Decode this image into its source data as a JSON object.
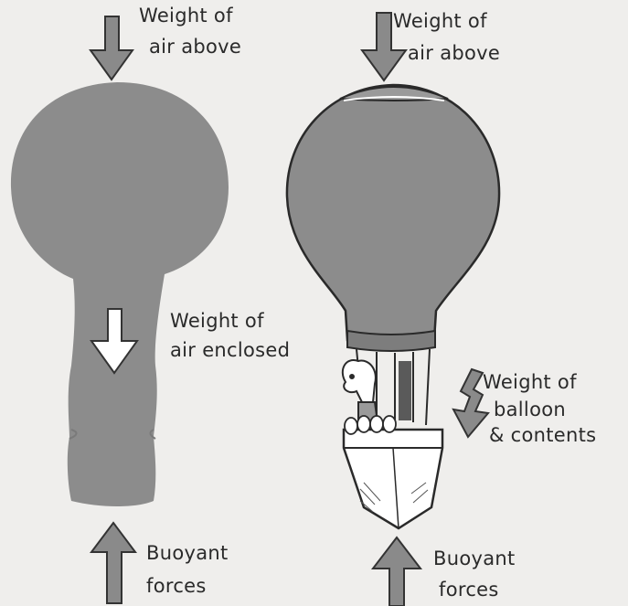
{
  "left_diagram": {
    "top_label": [
      "Weight of",
      "air above"
    ],
    "middle_label": [
      "Weight of",
      "air enclosed"
    ],
    "bottom_label": [
      "Buoyant",
      "forces"
    ]
  },
  "right_diagram": {
    "top_label": [
      "Weight of",
      "air above"
    ],
    "side_label": [
      "Weight of",
      "balloon",
      "& contents"
    ],
    "bottom_label": [
      "Buoyant",
      "forces"
    ]
  },
  "colors": {
    "background": "#efeeec",
    "air_column": "#8c8c8c",
    "arrow_fill": "#8a8a8a",
    "outline": "#2a2a2a",
    "basket": "#ffffff"
  }
}
